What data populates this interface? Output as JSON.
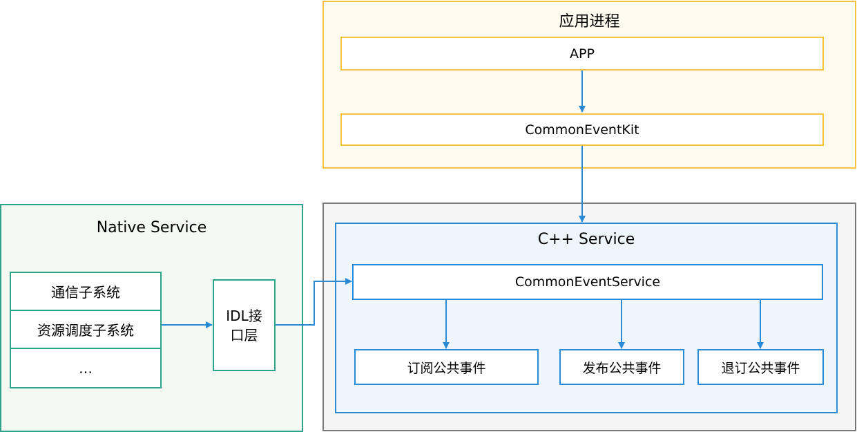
{
  "app_process": {
    "title": "应用进程",
    "app": "APP",
    "kit": "CommonEventKit"
  },
  "cpp_service": {
    "title": "C++ Service",
    "core": "CommonEventService",
    "subscribe": "订阅公共事件",
    "publish": "发布公共事件",
    "unsubscribe": "退订公共事件"
  },
  "native_service": {
    "title": "Native Service",
    "subsystems": [
      "通信子系统",
      "资源调度子系统",
      "…"
    ],
    "idl_line1": "IDL接",
    "idl_line2": "口层"
  },
  "colors": {
    "app_border": "#f5c242",
    "app_fill": "#fffbf1",
    "service_border": "#2a8ad6",
    "service_fill": "#eef6fc",
    "container_border": "#7a7a7a",
    "native_border": "#2aa58a",
    "native_fill": "#f4f9f3",
    "arrow": "#2a8ad6"
  }
}
